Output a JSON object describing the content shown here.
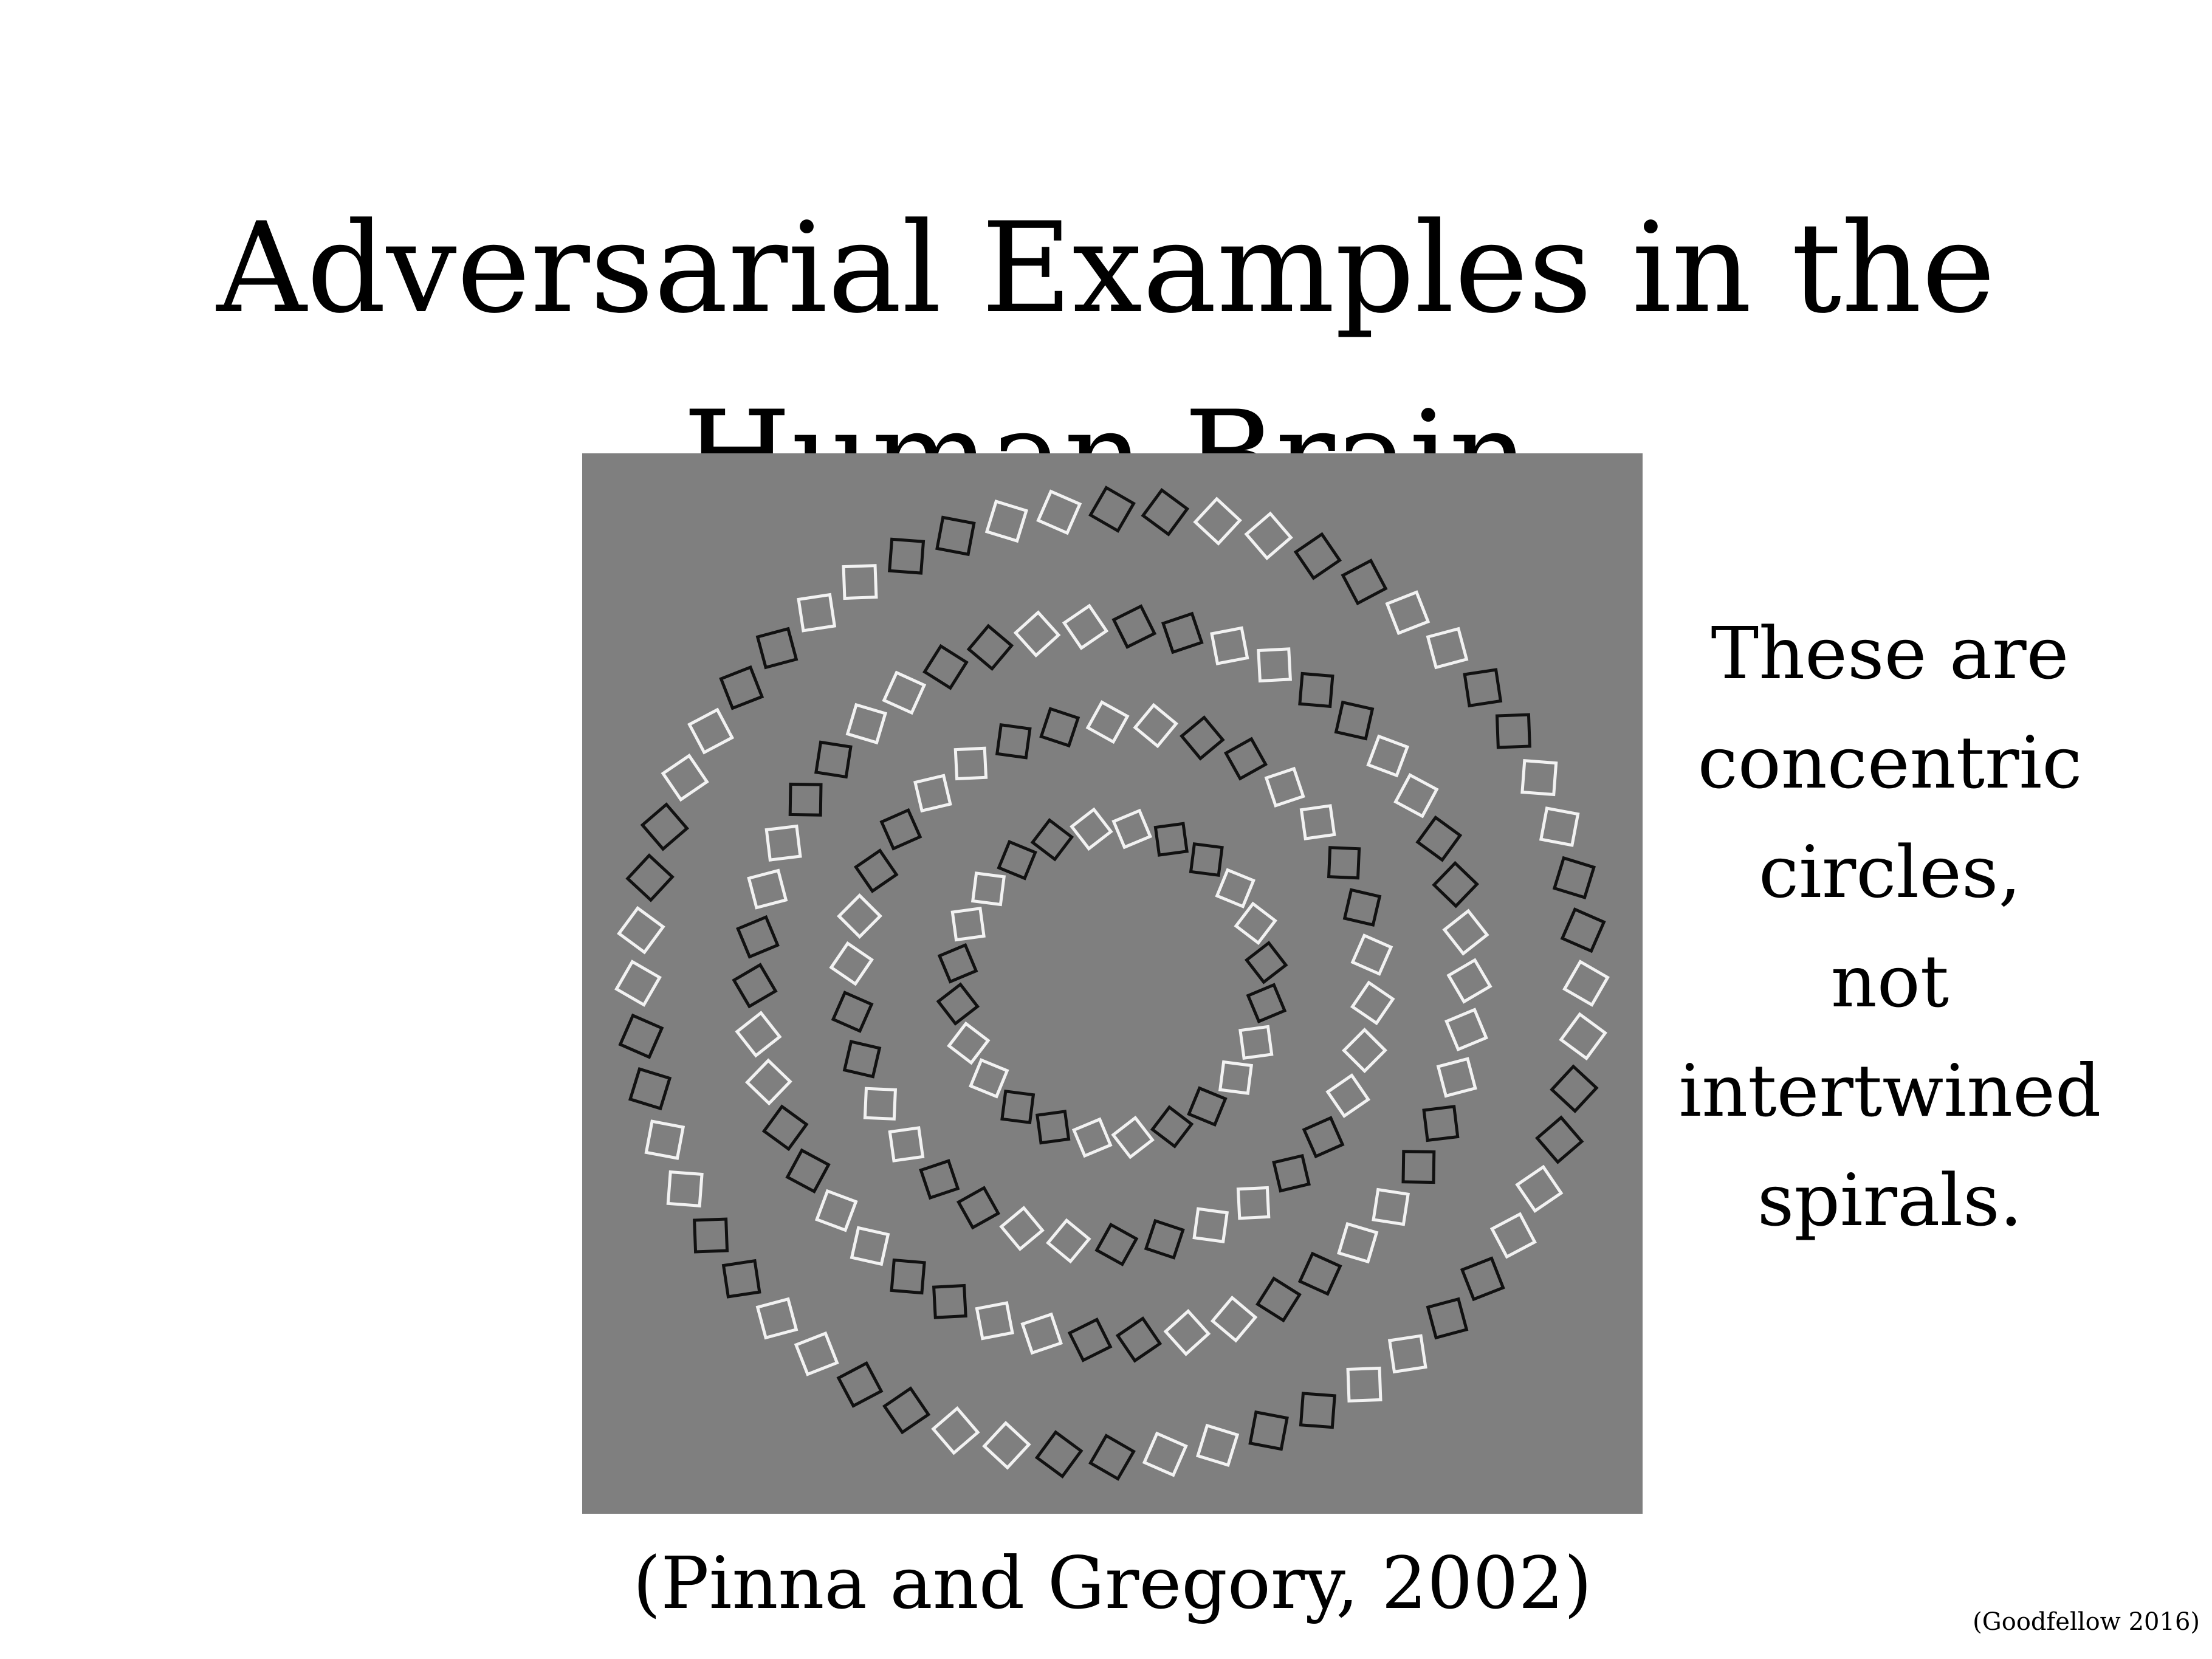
{
  "slide": {
    "title_lines": [
      "Adversarial Examples in the",
      "Human Brain"
    ],
    "side_note_lines": [
      "These are",
      "concentric",
      "circles,",
      "not",
      "intertwined",
      "spirals."
    ],
    "caption": "(Pinna and Gregory, 2002)",
    "footer": "(Goodfellow 2016)"
  },
  "figure": {
    "background_color": "#7f7f7f",
    "light_square_color": "#f2f2f2",
    "dark_square_color": "#111111",
    "rings": [
      {
        "square_count": 56,
        "pattern": "alternating-pairs"
      },
      {
        "square_count": 46,
        "pattern": "alternating-pairs"
      },
      {
        "square_count": 34,
        "pattern": "alternating-pairs"
      },
      {
        "square_count": 24,
        "pattern": "alternating-pairs"
      }
    ]
  }
}
